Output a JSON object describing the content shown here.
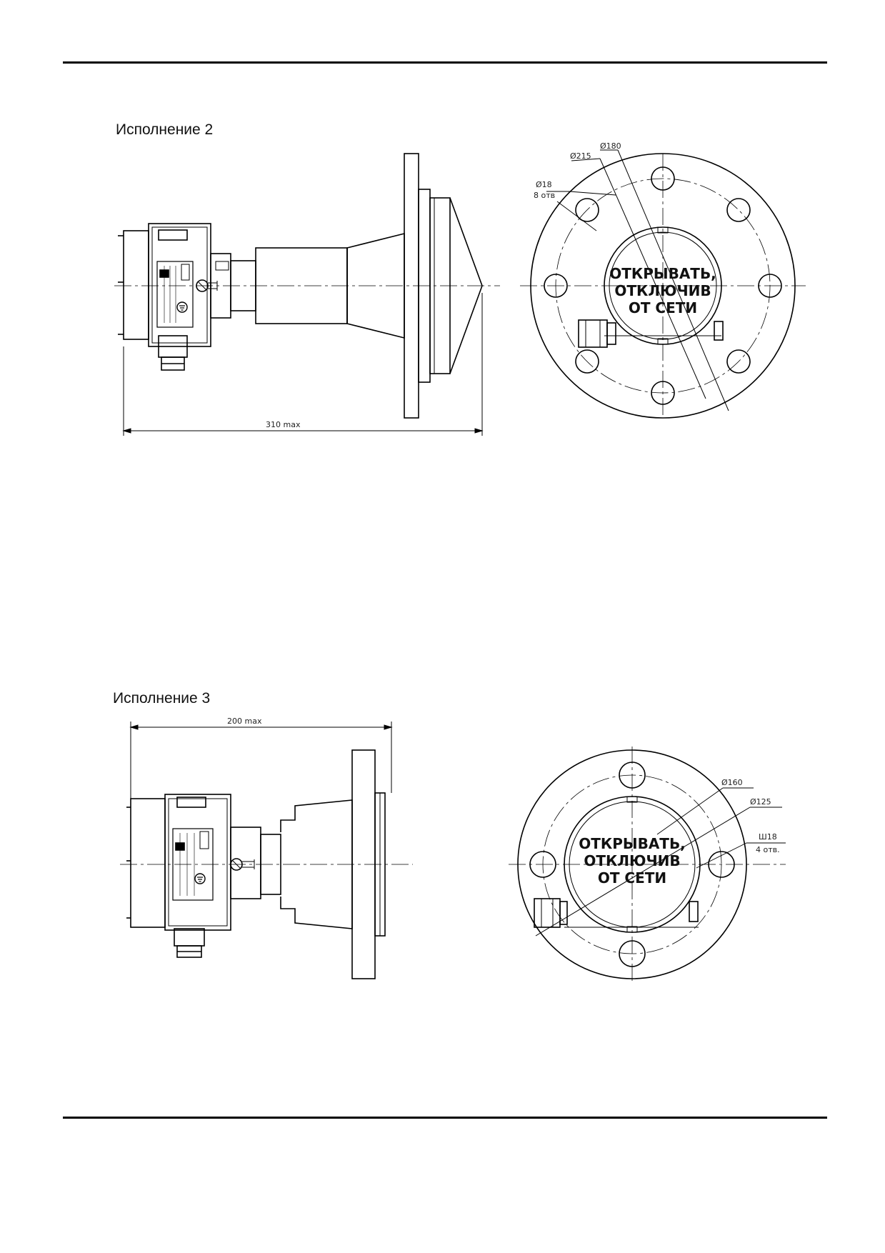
{
  "sections": [
    {
      "title": "Исполнение 2",
      "side_view": {
        "overall_dim": "310 max"
      },
      "front_view": {
        "dims": {
          "d_outer_circle": "Ø215",
          "d_bolt_circle": "Ø180",
          "hole_d": "Ø18",
          "hole_count": "8 отв"
        },
        "warning_lines": [
          "ОТКРЫВАТЬ,",
          "ОТКЛЮЧИВ",
          "ОТ СЕТИ"
        ]
      }
    },
    {
      "title": "Исполнение 3",
      "side_view": {
        "overall_dim": "200 max"
      },
      "front_view": {
        "dims": {
          "d_outer_circle": "Ø160",
          "d_bolt_circle": "Ø125",
          "hole_d": "Ш18",
          "hole_count": "4 отв."
        },
        "warning_lines": [
          "ОТКРЫВАТЬ,",
          "ОТКЛЮЧИВ",
          "ОТ СЕТИ"
        ]
      }
    }
  ]
}
